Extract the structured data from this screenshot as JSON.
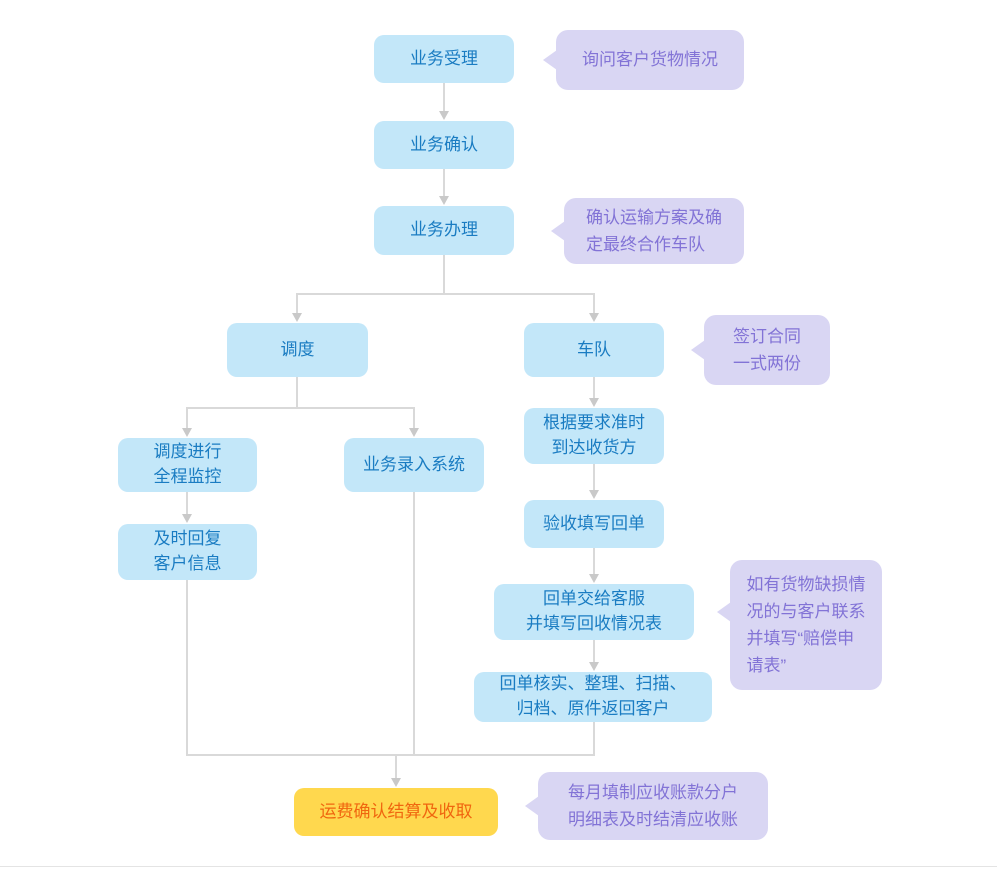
{
  "colors": {
    "node_bg": "#c3e7f9",
    "node_text": "#1a7cc2",
    "callout_bg": "#d9d6f3",
    "callout_text": "#8273d6",
    "final_bg": "#ffd84e",
    "final_text": "#f0660f",
    "connector": "#d9d9d9",
    "arrow": "#c9c9c9",
    "divider": "#e4e4e4"
  },
  "nodes": [
    {
      "label": "业务受理"
    },
    {
      "label": "业务确认"
    },
    {
      "label": "业务办理"
    },
    {
      "label": "调度"
    },
    {
      "label": "车队"
    },
    {
      "label": "调度进行\n全程监控"
    },
    {
      "label": "业务录入系统"
    },
    {
      "label": "及时回复\n客户信息"
    },
    {
      "label": "根据要求准时\n到达收货方"
    },
    {
      "label": "验收填写回单"
    },
    {
      "label": "回单交给客服\n并填写回收情况表"
    },
    {
      "label": "回单核实、整理、扫描、\n归档、原件返回客户"
    },
    {
      "label": "运费确认结算及收取"
    }
  ],
  "callouts": [
    {
      "label": "询问客户货物情况"
    },
    {
      "label": "确认运输方案及确\n定最终合作车队"
    },
    {
      "label": "签订合同\n一式两份"
    },
    {
      "label": "如有货物缺损情\n况的与客户联系\n并填写“赔偿申\n请表”"
    },
    {
      "label": "每月填制应收账款分户\n明细表及时结清应收账"
    }
  ]
}
